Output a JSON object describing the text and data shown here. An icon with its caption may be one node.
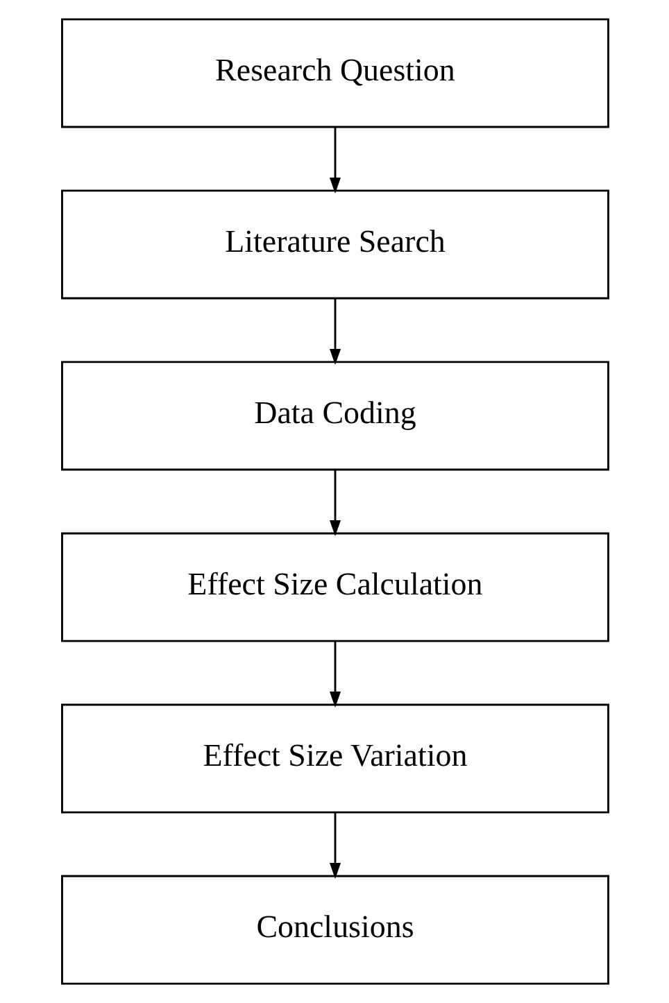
{
  "diagram": {
    "nodes": [
      {
        "text": [
          "Research Question"
        ]
      },
      {
        "text": [
          "Literature Search"
        ]
      },
      {
        "text": [
          "Data Coding"
        ]
      },
      {
        "text": [
          "Effect Size Calculation"
        ]
      },
      {
        "text": [
          "Effect Size Variation"
        ]
      },
      {
        "text": [
          "Conclusions"
        ]
      }
    ],
    "edges": [
      {
        "from": 0,
        "to": 1,
        "arrow": "to"
      },
      {
        "from": 1,
        "to": 2,
        "arrow": "to"
      },
      {
        "from": 2,
        "to": 3,
        "arrow": "to"
      },
      {
        "from": 3,
        "to": 4,
        "arrow": "to"
      },
      {
        "from": 4,
        "to": 5,
        "arrow": "to"
      }
    ]
  }
}
